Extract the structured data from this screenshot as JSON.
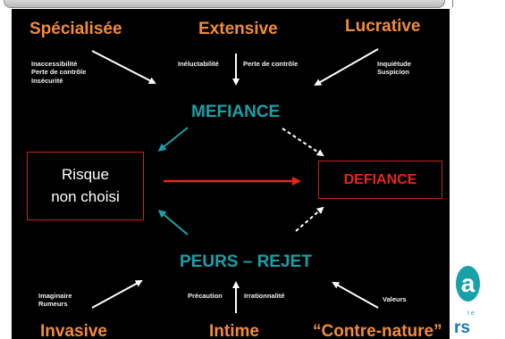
{
  "slide": {
    "top_labels": {
      "specialisee": "Spécialisée",
      "extensive": "Extensive",
      "lucrative": "Lucrative"
    },
    "top_notes": {
      "specialisee": [
        "Inaccessibilité",
        "Perte de contrôle",
        "Insécurité"
      ],
      "extensive_left": "Inéluctabilité",
      "extensive_right": "Perte de contrôle",
      "lucrative": [
        "Inquiétude",
        "Suspicion"
      ]
    },
    "mefiance": "MEFIANCE",
    "risque": "Risque\nnon choisi",
    "defiance": "DEFIANCE",
    "peurs_rejet": "PEURS – REJET",
    "bottom_notes": {
      "invasive": [
        "Imaginaire",
        "Rumeurs"
      ],
      "intime_left": "Précaution",
      "intime_right": "Irrationnalité",
      "contre_nature": "Valeurs"
    },
    "bottom_labels": {
      "invasive": "Invasive",
      "intime": "Intime",
      "contre_nature": "“Contre-nature”"
    }
  },
  "logo": {
    "mark": "a",
    "small_text": "t e",
    "big_text": "rs"
  },
  "colors": {
    "orange": "#f28b3c",
    "teal": "#1aa0a8",
    "red": "#e3271a",
    "background": "#000000"
  }
}
